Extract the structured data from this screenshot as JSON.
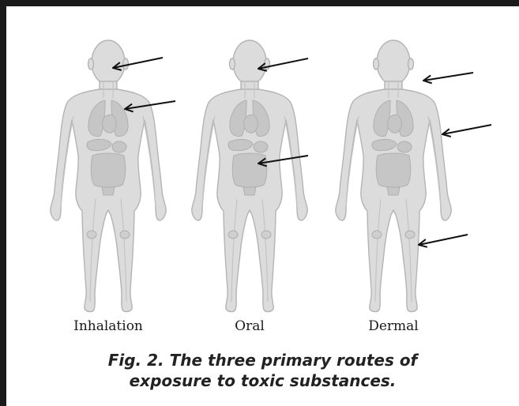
{
  "figures": [
    {
      "label": "Inhalation",
      "arrows": [
        "neck",
        "chest"
      ]
    },
    {
      "label": "Oral",
      "arrows": [
        "mouth",
        "abdomen"
      ]
    },
    {
      "label": "Dermal",
      "arrows": [
        "shoulder",
        "forearm",
        "knee"
      ]
    }
  ],
  "caption": {
    "line1": "Fig. 2. The three primary routes of",
    "line2": "exposure to toxic substances."
  },
  "colors": {
    "border": "#1a1a1a",
    "body_fill": "#dcdcdc",
    "body_outline": "#b4b4b4",
    "organ": "#c6c6c6",
    "arrow": "#111111"
  }
}
